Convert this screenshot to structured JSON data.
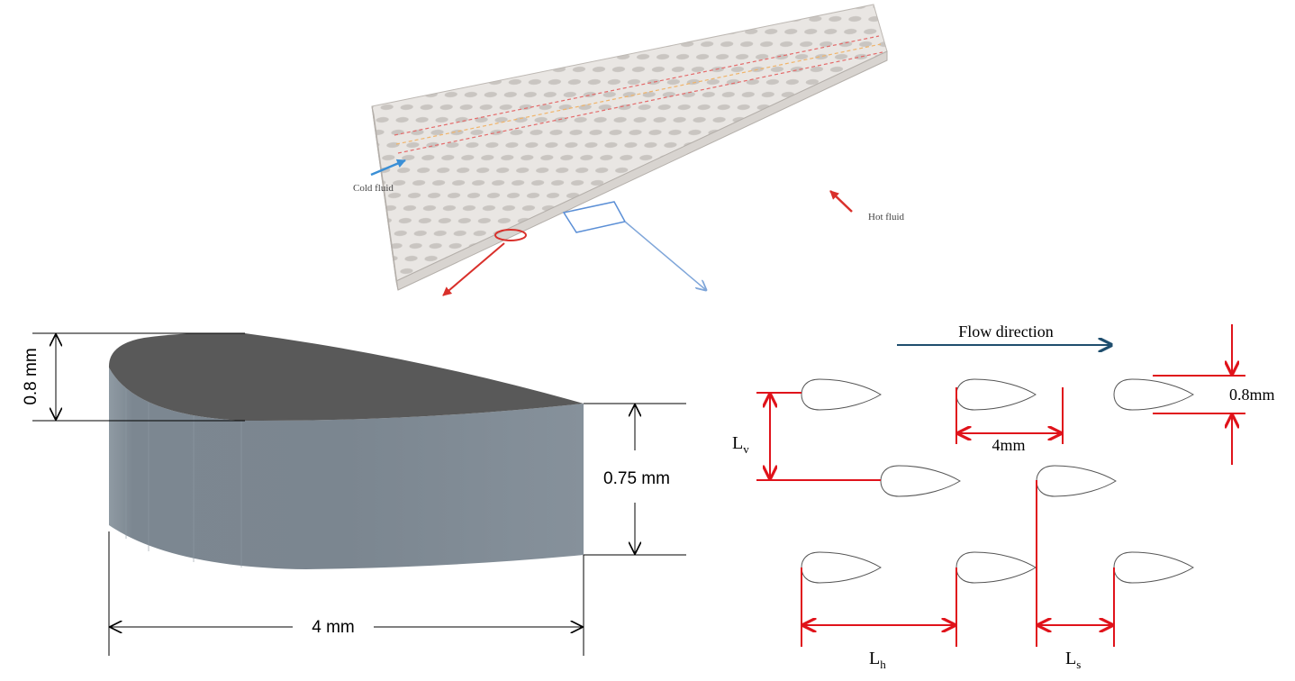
{
  "top_view": {
    "cold_label": "Cold fluid",
    "hot_label": "Hot fluid",
    "cold_arrow_color": "#3a8fd6",
    "hot_arrow_color": "#d9302b",
    "marker_red_color": "#d9302b",
    "marker_blue_color": "#5b8fd6"
  },
  "fin_3d": {
    "height_label": "0.8 mm",
    "thickness_label": "0.75 mm",
    "length_label": "4 mm",
    "top_face_color": "#595959",
    "side_face_color": "#7f8a94"
  },
  "layout_diagram": {
    "flow_label": "Flow direction",
    "flow_arrow_color": "#1f4e6e",
    "dim_color": "#e0131b",
    "width_label": "0.8mm",
    "chord_label": "4mm",
    "lv_main": "L",
    "lv_sub": "v",
    "lh_main": "L",
    "lh_sub": "h",
    "ls_main": "L",
    "ls_sub": "s"
  }
}
